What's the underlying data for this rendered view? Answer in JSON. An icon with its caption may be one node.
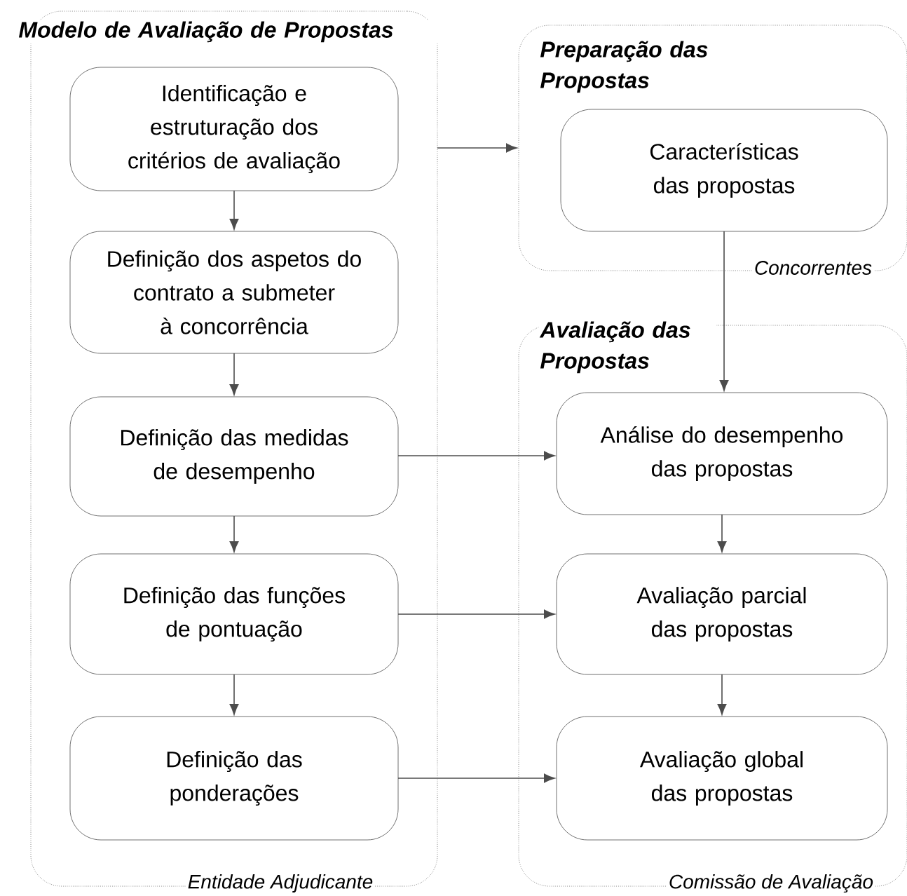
{
  "diagram": {
    "nodes": [
      {
        "text": [
          "Modelo de Avaliação de Propostas"
        ],
        "beside": [
          "Entidade Adjudicante"
        ]
      },
      {
        "text": [
          "Identificação e estruturação dos critérios de avaliação"
        ],
        "in": 0
      },
      {
        "text": [
          "Definição dos aspetos do contrato a submeter à concorrência"
        ],
        "in": 0
      },
      {
        "text": [
          "Definição das medidas de desempenho"
        ],
        "in": 0
      },
      {
        "text": [
          "Definição das funções de pontuação"
        ],
        "in": 0
      },
      {
        "text": [
          "Definição das ponderações"
        ],
        "in": 0
      },
      {
        "text": [
          "Preparação das Propostas"
        ],
        "beside": [
          "Concorrentes"
        ]
      },
      {
        "text": [
          "Características das propostas"
        ],
        "in": 6
      },
      {
        "text": [
          "Avaliação das Propostas"
        ],
        "beside": [
          "Comissão de Avaliação"
        ]
      },
      {
        "text": [
          "Análise do desempenho das propostas"
        ],
        "in": 8
      },
      {
        "text": [
          "Avaliação parcial das propostas"
        ],
        "in": 8
      },
      {
        "text": [
          "Avaliação global das propostas"
        ],
        "in": 8
      }
    ],
    "edges": [
      {
        "from": 1,
        "to": 2,
        "arrow": "to"
      },
      {
        "from": 2,
        "to": 3,
        "arrow": "to"
      },
      {
        "from": 3,
        "to": 4,
        "arrow": "to"
      },
      {
        "from": 4,
        "to": 5,
        "arrow": "to"
      },
      {
        "from": 0,
        "to": 6,
        "arrow": "to"
      },
      {
        "from": 7,
        "to": 9,
        "arrow": "to"
      },
      {
        "from": 3,
        "to": 9,
        "arrow": "to"
      },
      {
        "from": 4,
        "to": 10,
        "arrow": "to"
      },
      {
        "from": 5,
        "to": 11,
        "arrow": "to"
      },
      {
        "from": 9,
        "to": 10,
        "arrow": "to"
      },
      {
        "from": 10,
        "to": 11,
        "arrow": "to"
      }
    ]
  }
}
